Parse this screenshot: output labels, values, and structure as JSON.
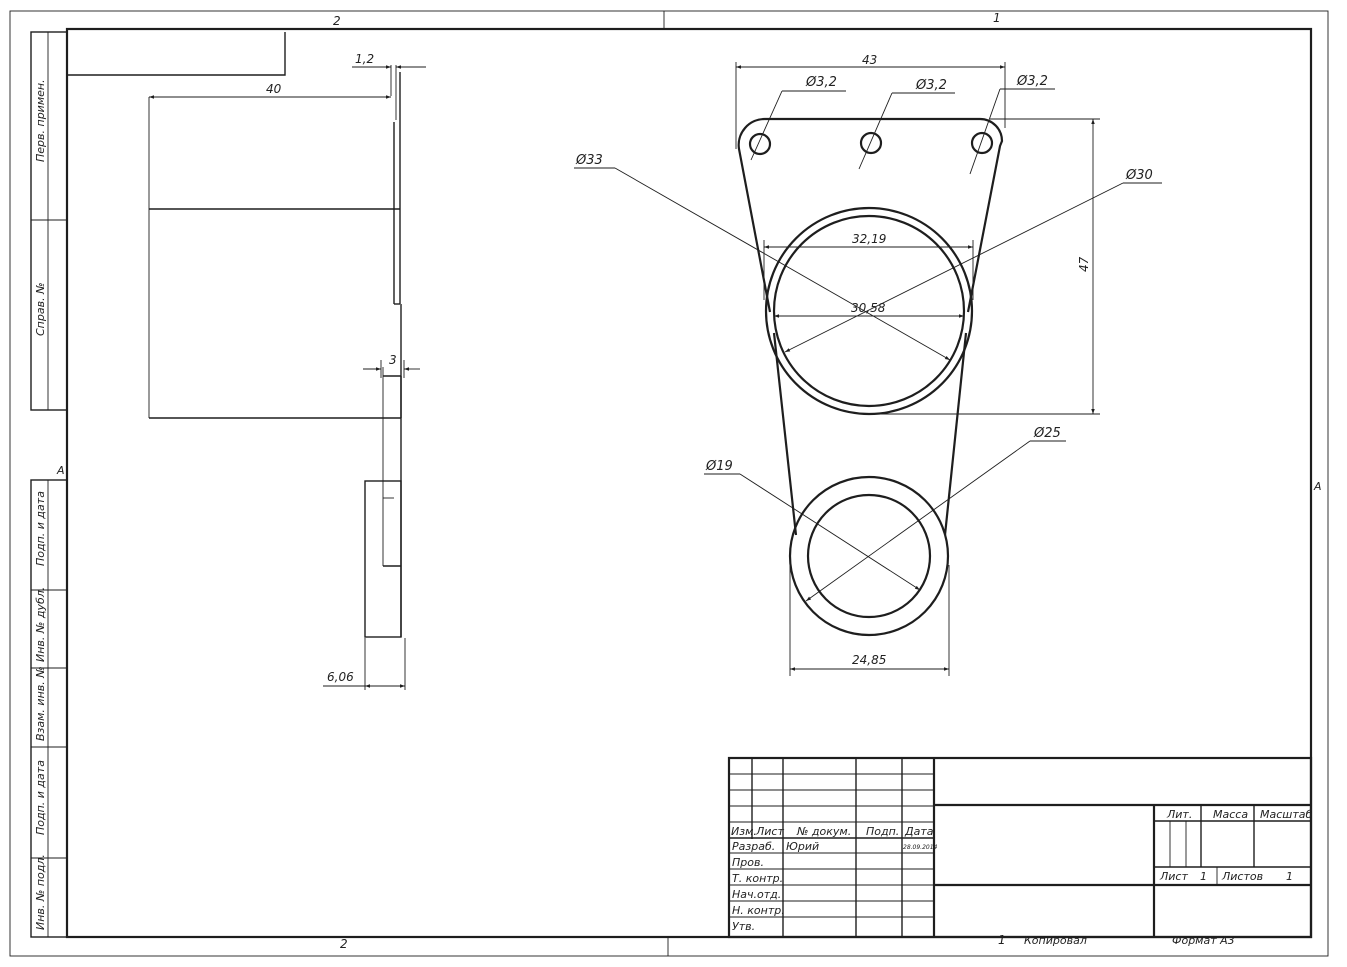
{
  "frame": {
    "zone_top_left": "2",
    "zone_top_right": "1",
    "zone_bottom_left": "2",
    "zone_bottom_right": "1",
    "zone_side_left": "A",
    "zone_side_right": "A"
  },
  "side_strip": {
    "perv_primen": "Перв. примен.",
    "sprav_no": "Справ. №",
    "podp_data_1": "Подп. и дата",
    "inv_dubl": "Инв. № дубл.",
    "vzam_inv": "Взам. инв. №",
    "podp_data_2": "Подп. и дата",
    "inv_podl": "Инв. № подл."
  },
  "dimensions": {
    "side_width": "40",
    "side_thickness": "1,2",
    "side_step": "3",
    "side_bottom": "6,06",
    "overall_width": "43",
    "hole_1": "Ø3,2",
    "hole_2": "Ø3,2",
    "hole_3": "Ø3,2",
    "d33": "Ø33",
    "d30": "Ø30",
    "chord_top": "32,19",
    "chord_mid": "30,58",
    "height": "47",
    "d19": "Ø19",
    "d25": "Ø25",
    "bottom_width": "24,85"
  },
  "title_block": {
    "izm": "Изм.",
    "list": "Лист",
    "n_dokum": "№ докум.",
    "podp": "Подп.",
    "data": "Дата",
    "razrab": "Разраб.",
    "razrab_name": "Юрий",
    "razrab_date": "28.09.2014",
    "prov": "Пров.",
    "t_kontr": "Т. контр.",
    "nach_otd": "Нач.отд.",
    "n_kontr": "Н. контр.",
    "utv": "Утв.",
    "lit": "Лит.",
    "massa": "Масса",
    "masshtab": "Масштаб",
    "list_label": "Лист",
    "list_value": "1",
    "listov_label": "Листов",
    "listov_value": "1"
  },
  "footer": {
    "page_number": "1",
    "kopiroval": "Копировал",
    "format": "Формат А3"
  }
}
